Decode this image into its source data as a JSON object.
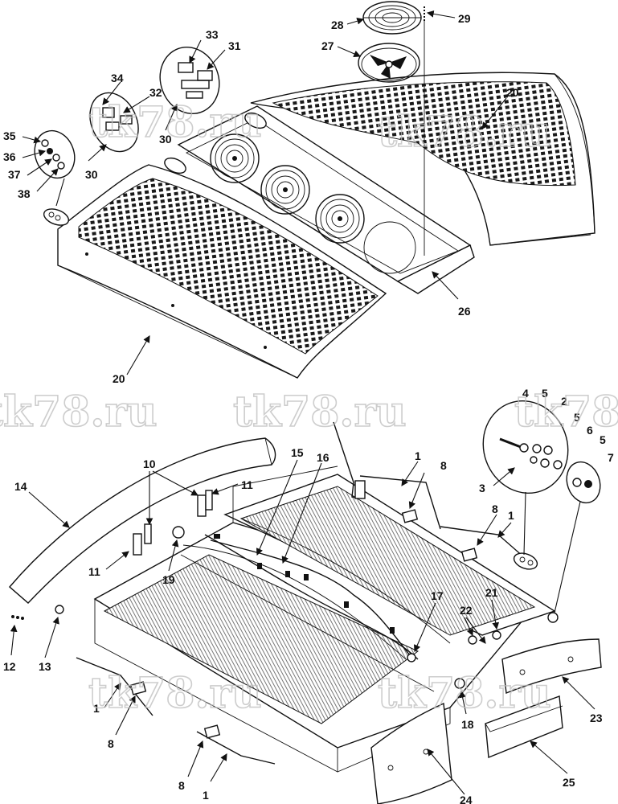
{
  "watermark": "tk78.ru",
  "callouts": {
    "c1": "1",
    "c2": "2",
    "c3": "3",
    "c4": "4",
    "c5": "5",
    "c6": "6",
    "c7": "7",
    "c8": "8",
    "c10": "10",
    "c11": "11",
    "c12": "12",
    "c13": "13",
    "c14": "14",
    "c15": "15",
    "c16": "16",
    "c17": "17",
    "c18": "18",
    "c19": "19",
    "c20": "20",
    "c21": "21",
    "c22": "22",
    "c23": "23",
    "c24": "24",
    "c25": "25",
    "c26": "26",
    "c27": "27",
    "c28": "28",
    "c29": "29",
    "c30": "30",
    "c31": "31",
    "c32": "32",
    "c33": "33",
    "c34": "34",
    "c35": "35",
    "c36": "36",
    "c37": "37",
    "c38": "38"
  }
}
